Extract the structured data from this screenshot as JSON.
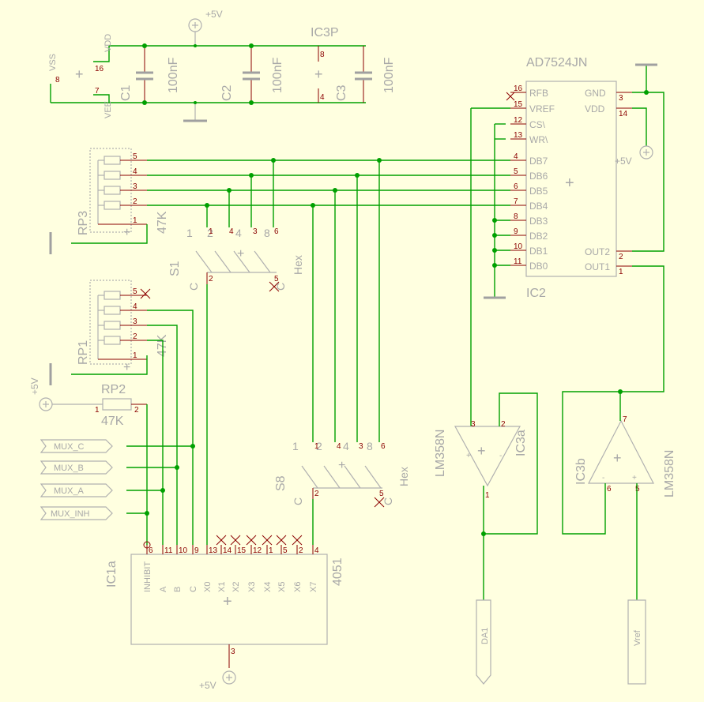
{
  "supplies": {
    "plus5v": "+5V",
    "vss": "VSS",
    "vdd": "VDD",
    "vee": "VEE"
  },
  "ic3p": {
    "name": "IC3P",
    "pin8": "8",
    "pin4": "4"
  },
  "caps": [
    {
      "name": "C1",
      "value": "100nF"
    },
    {
      "name": "C2",
      "value": "100nF"
    },
    {
      "name": "C3",
      "value": "100nF"
    }
  ],
  "powerpins": {
    "p16": "16",
    "p7": "7",
    "p8": "8"
  },
  "ic2": {
    "part": "AD7524JN",
    "name": "IC2",
    "left_pins": [
      {
        "label": "RFB",
        "num": "16"
      },
      {
        "label": "VREF",
        "num": "15"
      },
      {
        "label": "CS\\",
        "num": "12"
      },
      {
        "label": "WR\\",
        "num": "13"
      },
      {
        "label": "DB7",
        "num": "4"
      },
      {
        "label": "DB6",
        "num": "5"
      },
      {
        "label": "DB5",
        "num": "6"
      },
      {
        "label": "DB4",
        "num": "7"
      },
      {
        "label": "DB3",
        "num": "8"
      },
      {
        "label": "DB2",
        "num": "9"
      },
      {
        "label": "DB1",
        "num": "10"
      },
      {
        "label": "DB0",
        "num": "11"
      }
    ],
    "right_pins": [
      {
        "label": "GND",
        "num": "3"
      },
      {
        "label": "VDD",
        "num": "14"
      },
      {
        "label": "OUT2",
        "num": "2"
      },
      {
        "label": "OUT1",
        "num": "1"
      }
    ]
  },
  "rp3": {
    "name": "RP3",
    "value": "47K",
    "pins": [
      "5",
      "4",
      "3",
      "2",
      "1"
    ]
  },
  "rp1": {
    "name": "RP1",
    "value": "47K",
    "pins": [
      "5",
      "4",
      "3",
      "2",
      "1"
    ]
  },
  "rp2": {
    "name": "RP2",
    "value": "47K",
    "pins": [
      "1",
      "2"
    ]
  },
  "s1": {
    "name": "S1",
    "type": "Hex",
    "weights": [
      "1",
      "2",
      "4",
      "8"
    ],
    "pins": [
      "1",
      "4",
      "3",
      "6"
    ],
    "common": "C",
    "cpin": "2",
    "c2pin": "5"
  },
  "s8": {
    "name": "S8",
    "type": "Hex",
    "weights": [
      "1",
      "2",
      "4",
      "8"
    ],
    "pins": [
      "1",
      "4",
      "3",
      "6"
    ],
    "common": "C",
    "cpin": "2",
    "c2pin": "5"
  },
  "mux_labels": [
    "MUX_C",
    "MUX_B",
    "MUX_A",
    "MUX_INH"
  ],
  "ic1a": {
    "name": "IC1a",
    "part": "4051",
    "pins": [
      {
        "label": "INHIBIT",
        "num": "6"
      },
      {
        "label": "A",
        "num": "11"
      },
      {
        "label": "B",
        "num": "10"
      },
      {
        "label": "C",
        "num": "9"
      },
      {
        "label": "X0",
        "num": "13"
      },
      {
        "label": "X1",
        "num": "14"
      },
      {
        "label": "X2",
        "num": "15"
      },
      {
        "label": "X3",
        "num": "12"
      },
      {
        "label": "X4",
        "num": "1"
      },
      {
        "label": "X5",
        "num": "5"
      },
      {
        "label": "X6",
        "num": "2"
      },
      {
        "label": "X7",
        "num": "4"
      }
    ],
    "pin3": "3"
  },
  "ic3a": {
    "name": "IC3a",
    "part": "LM358N",
    "p3": "3",
    "p2": "2",
    "p1": "1"
  },
  "ic3b": {
    "name": "IC3b",
    "part": "LM358N",
    "p7": "7",
    "p6": "6",
    "p5": "5"
  },
  "ports": {
    "da1": "DA1",
    "vref": "Vref"
  }
}
